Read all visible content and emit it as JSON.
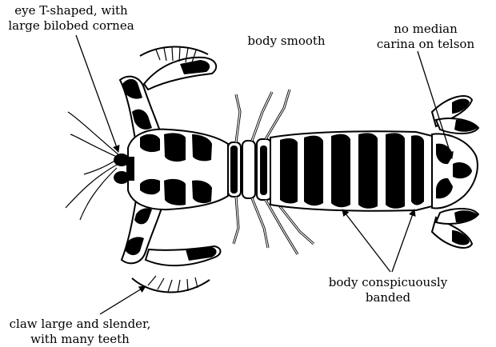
{
  "labels": {
    "eye": {
      "line1": "eye T-shaped, with",
      "line2": "large bilobed cornea"
    },
    "body_smooth": {
      "line1": "body smooth"
    },
    "no_carina": {
      "line1": "no median",
      "line2": "carina on telson"
    },
    "banded": {
      "line1": "body conspicuously",
      "line2": "banded"
    },
    "claw": {
      "line1": "claw large and slender,",
      "line2": "with many teeth"
    }
  },
  "colors": {
    "ink": "#000000",
    "paper": "#ffffff"
  }
}
